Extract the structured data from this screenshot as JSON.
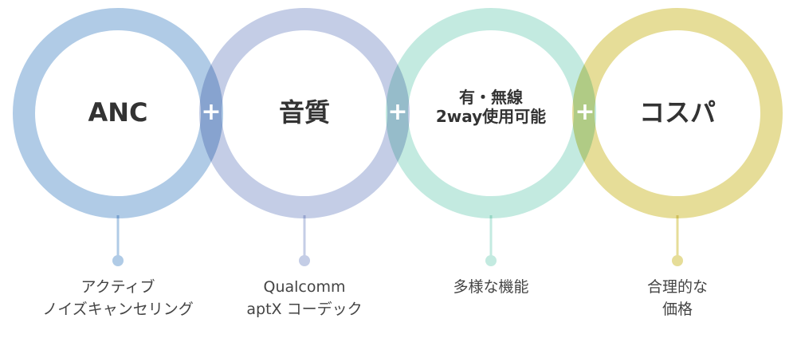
{
  "items": [
    {
      "title": "ANC",
      "sub1": "アクティブ",
      "sub2": "ノイズキャンセリング",
      "color": "#b0cbe6"
    },
    {
      "title": "音質",
      "sub1": "Qualcomm",
      "sub2": "aptX コーデック",
      "color": "#c4cde6"
    },
    {
      "title1": "有・無線",
      "title2": "2way使用可能",
      "sub1": "多様な機能",
      "color": "#c3eae0"
    },
    {
      "title": "コスパ",
      "sub1": "合理的な",
      "sub2": "価格",
      "color": "#e6dd98"
    }
  ],
  "plus": "+"
}
